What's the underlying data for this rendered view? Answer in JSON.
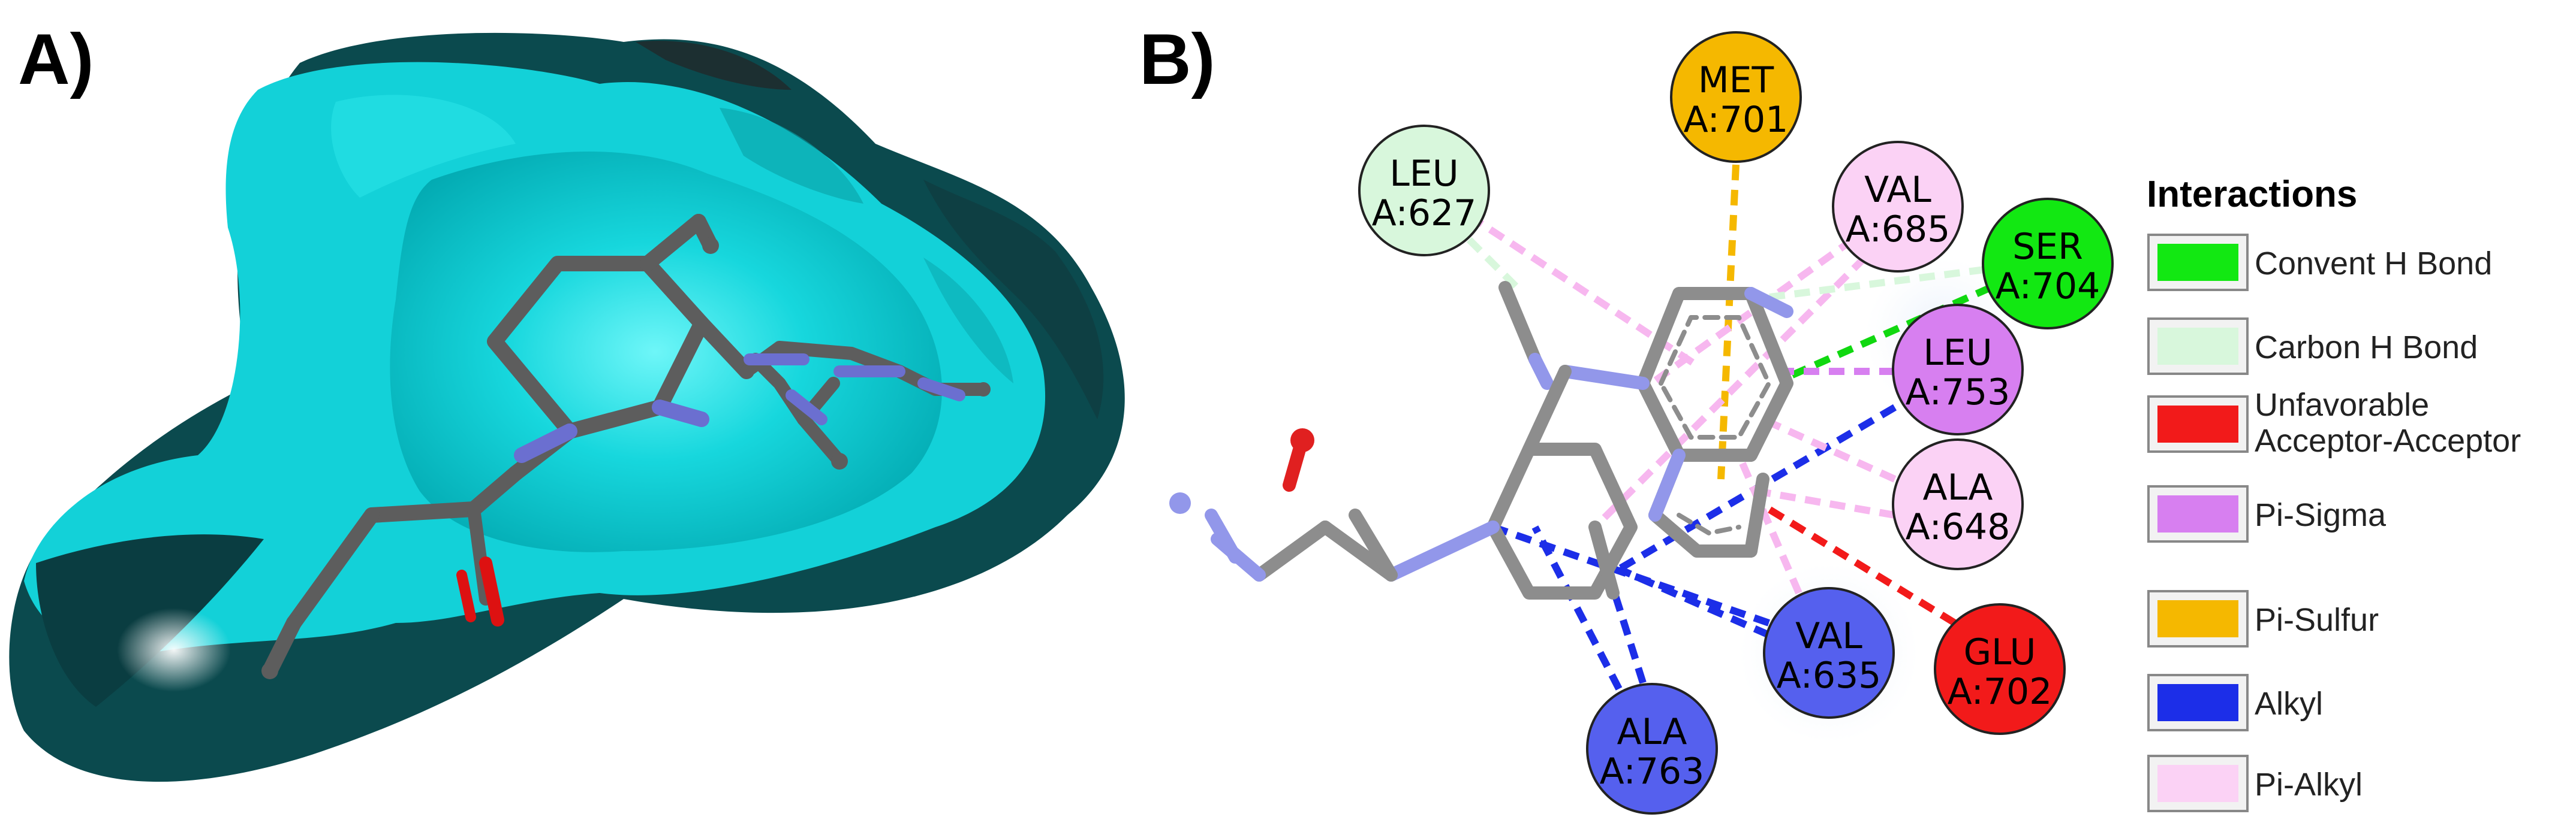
{
  "panels": {
    "a": {
      "label": "A)"
    },
    "b": {
      "label": "B)"
    }
  },
  "residues": [
    {
      "id": "met701",
      "name": "MET",
      "number": "A:701",
      "fill": "#f5b800",
      "type": "Pi-Sulfur"
    },
    {
      "id": "leu627",
      "name": "LEU",
      "number": "A:627",
      "fill": "#d8f7dc",
      "type": "Carbon H Bond"
    },
    {
      "id": "val685",
      "name": "VAL",
      "number": "A:685",
      "fill": "#fbd2f5",
      "type": "Pi-Alkyl"
    },
    {
      "id": "ser704",
      "name": "SER",
      "number": "A:704",
      "fill": "#12e812",
      "type": "Convent H Bond"
    },
    {
      "id": "leu753",
      "name": "LEU",
      "number": "A:753",
      "fill": "#d77ff0",
      "type": "Pi-Sigma"
    },
    {
      "id": "ala648",
      "name": "ALA",
      "number": "A:648",
      "fill": "#fbd2f5",
      "type": "Pi-Alkyl"
    },
    {
      "id": "glu702",
      "name": "GLU",
      "number": "A:702",
      "fill": "#f21a1a",
      "type": "Unfavorable Acceptor-Acceptor"
    },
    {
      "id": "val635",
      "name": "VAL",
      "number": "A:635",
      "fill": "#5560ee",
      "type": "Alkyl"
    },
    {
      "id": "ala763",
      "name": "ALA",
      "number": "A:763",
      "fill": "#5560ee",
      "type": "Alkyl"
    }
  ],
  "legend": {
    "title": "Interactions",
    "items": [
      {
        "label": "Convent H Bond",
        "color": "#12e812"
      },
      {
        "label": "Carbon H Bond",
        "color": "#d8f7dc"
      },
      {
        "label": "Unfavorable\nAcceptor-Acceptor",
        "color": "#f21a1a"
      },
      {
        "label": "Pi-Sigma",
        "color": "#d77ff0"
      },
      {
        "label": "Pi-Sulfur",
        "color": "#f5b800"
      },
      {
        "label": "Alkyl",
        "color": "#1c2ee8"
      },
      {
        "label": "Pi-Alkyl",
        "color": "#fbd2f5"
      }
    ]
  },
  "colors": {
    "surface": "#00c6ce",
    "surface_dark": "#0b4a4e",
    "carbon": "#8d8d8d",
    "nitrogen": "#8f93e6",
    "oxygen": "#e02020",
    "stick_dark": "#555555"
  }
}
